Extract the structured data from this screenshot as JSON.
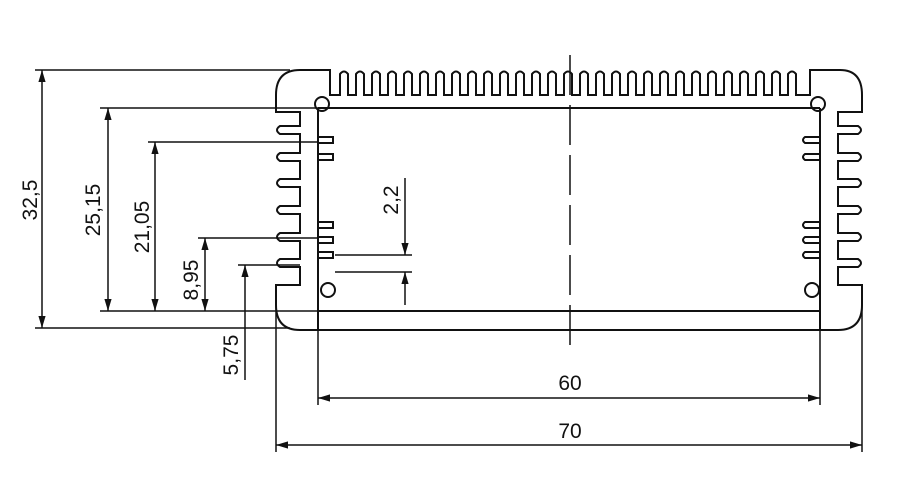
{
  "drawing": {
    "title": "Aluminium enclosure profile cross-section",
    "dimensions": {
      "height_total": "32,5",
      "height_inner_top": "25,15",
      "height_slot_top": "21,05",
      "height_slot_mid": "8,95",
      "height_slot_low": "5,75",
      "slot_width": "2,2",
      "inner_width": "60",
      "outer_width": "70"
    },
    "line_color": "#111111"
  }
}
